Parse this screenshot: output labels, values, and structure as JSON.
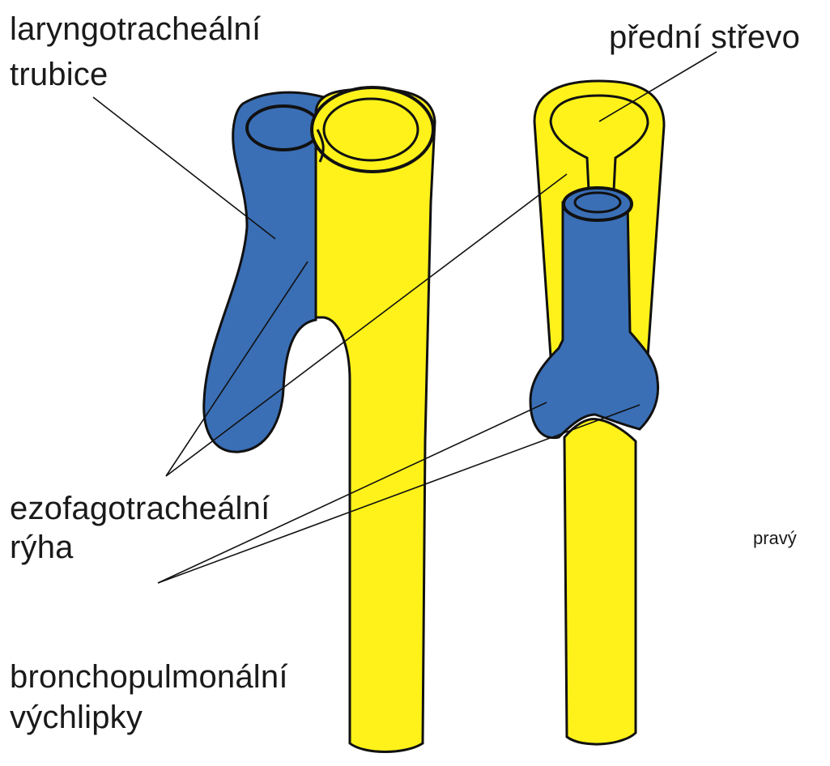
{
  "labels": {
    "laryngotracheal": {
      "line1": "laryngotracheální",
      "line2": "trubice"
    },
    "foregut": "přední střevo",
    "groove": {
      "line1": "ezofagotracheální",
      "line2": "rýha"
    },
    "buds": {
      "line1": "bronchopulmonální",
      "line2": "výchlipky"
    },
    "right": "pravý"
  },
  "colors": {
    "blue": "#3a6fb6",
    "yellow": "#fff21a",
    "outline": "#111111"
  }
}
